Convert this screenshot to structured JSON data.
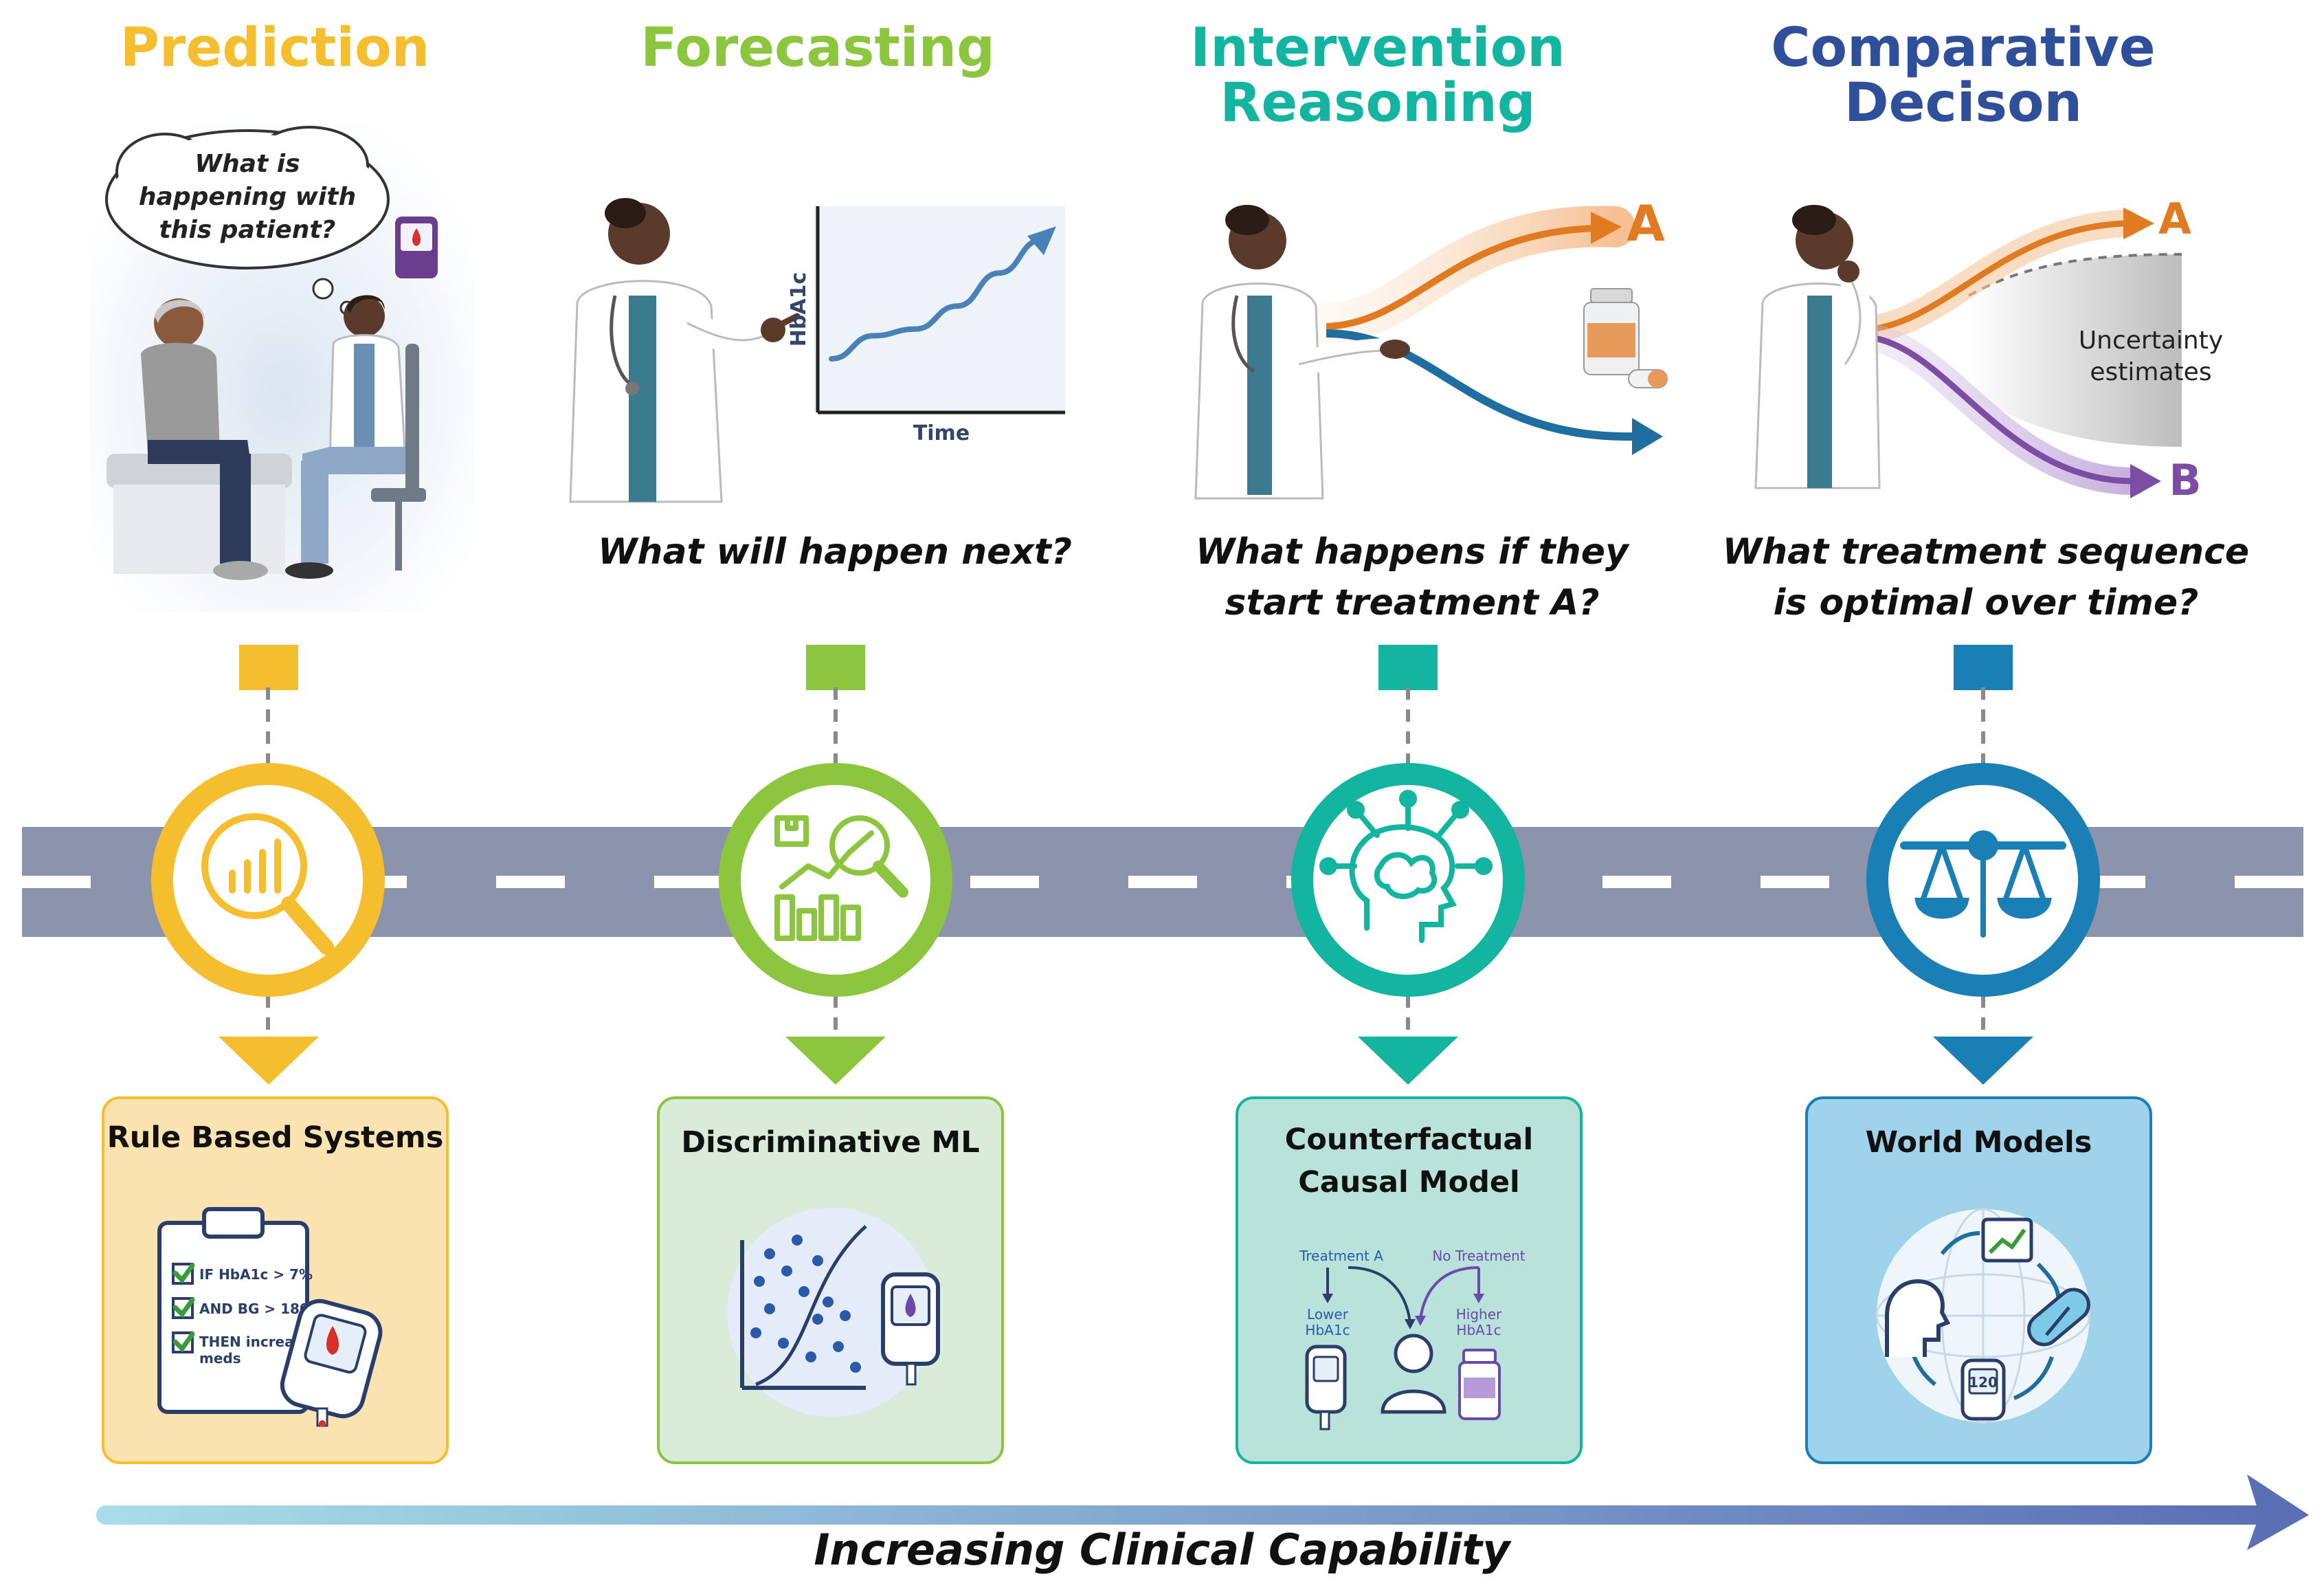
{
  "stages": [
    {
      "title": "Prediction",
      "color": "#f5be2e",
      "question": "",
      "method": "Rule Based Systems",
      "icon": "magnifier-chart-icon"
    },
    {
      "title": "Forecasting",
      "color": "#8cc63f",
      "question": "What will happen next?",
      "method": "Discriminative ML",
      "icon": "analytics-icon"
    },
    {
      "title": "Intervention Reasoning",
      "color": "#13b5a1",
      "question": "What happens if they start treatment A?",
      "method": "Counterfactual Causal Model",
      "icon": "brain-network-icon"
    },
    {
      "title": "Comparative Decison",
      "color": "#1a7fb5",
      "question": "What treatment sequence is optimal over time?",
      "method": "World Models",
      "icon": "balance-scale-icon"
    }
  ],
  "prediction_art": {
    "thought": "What is happening with this patient?"
  },
  "forecasting_art": {
    "chart_data": {
      "type": "line",
      "title": "",
      "xlabel": "Time",
      "ylabel": "HbA1c",
      "x": [
        0,
        1,
        2,
        3,
        4,
        5
      ],
      "series": [
        {
          "values": [
            1.0,
            1.7,
            1.9,
            2.6,
            3.6,
            4.6
          ]
        }
      ]
    }
  },
  "intervention_art": {
    "label_a": "A"
  },
  "comparative_art": {
    "label_a": "A",
    "label_b": "B",
    "uncertainty": "Uncertainty estimates"
  },
  "rule_card": {
    "lines": [
      "IF HbA1c > 7%",
      "AND BG > 180",
      "THEN increase meds"
    ]
  },
  "causal_card": {
    "treatment_a": "Treatment A",
    "no_treatment": "No Treatment",
    "lower": "Lower HbA1c",
    "higher": "Higher HbA1c"
  },
  "world_card": {
    "meter_value": "120"
  },
  "footer": {
    "label": "Increasing Clinical Capability",
    "arrow_start_color": "#a8dde8",
    "arrow_end_color": "#5b6fb5"
  },
  "colors": {
    "road": "#8b93ad",
    "box1_bg": "#fae3b0",
    "box2_bg": "#d9ecda",
    "box3_bg": "#b8e2da",
    "box4_bg": "#9fd3ec"
  }
}
